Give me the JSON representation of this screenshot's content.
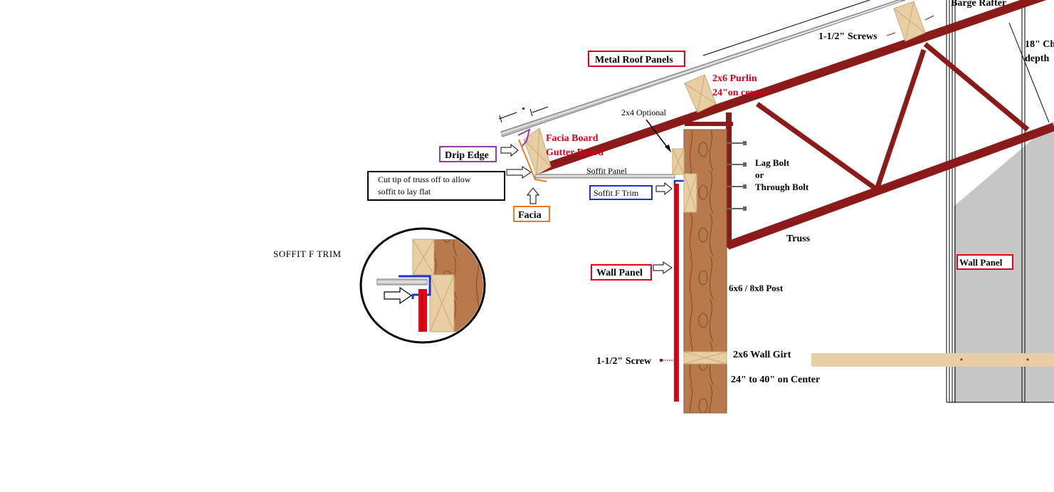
{
  "labels": {
    "metal_roof_panels": "Metal Roof Panels",
    "purlin_line1": "2x6 Purlin",
    "purlin_line2": "24\"on center",
    "screws_top": "1-1/2\" Screws",
    "barge_rafter": "Barge Rafter",
    "chord_line1": "18\" Ch",
    "chord_line2": "depth",
    "optional_2x4": "2x4 Optional",
    "facia_board_line1": "Facia Board",
    "facia_board_line2": "Gutter Board",
    "drip_edge": "Drip Edge",
    "soffit_panel": "Soffit Panel",
    "cut_tip_line1": "Cut tip of truss off to allow",
    "cut_tip_line2": "soffit to lay flat",
    "soffit_f_trim": "Soffit F Trim",
    "facia": "Facia",
    "lag_bolt": "Lag Bolt",
    "or": "or",
    "through_bolt": "Through Bolt",
    "truss": "Truss",
    "wall_panel_left": "Wall Panel",
    "wall_panel_right": "Wall Panel",
    "post": "6x6 / 8x8 Post",
    "screw_bottom": "1-1/2\" Screw",
    "wall_girt": "2x6 Wall Girt",
    "girt_spacing": "24\" to 40\" on Center",
    "detail_title": "SOFFIT F TRIM"
  },
  "colors": {
    "truss": "#8b1a1a",
    "wood": "#b8794c",
    "lumber": "#e8cfa3",
    "wall_panel": "#e30613",
    "soffit_trim": "#1c34c9",
    "drip_edge": "#8e3fa8",
    "facia": "#f07a1c",
    "metal": "#b5b5b5",
    "siding": "#c6c6c6"
  }
}
